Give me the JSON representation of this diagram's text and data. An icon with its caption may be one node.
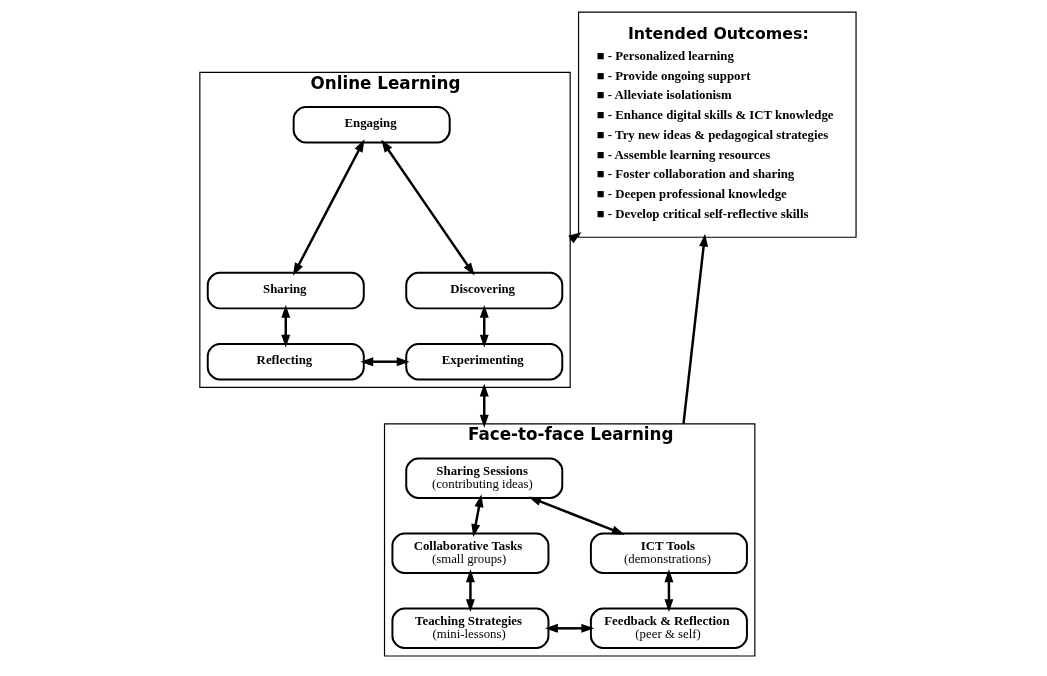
{
  "diagram": {
    "nodes": [
      {
        "text": [
          "Online Learning"
        ]
      },
      {
        "text": [
          "Engaging"
        ],
        "in": 0
      },
      {
        "text": [
          "Sharing"
        ],
        "in": 0
      },
      {
        "text": [
          "Discovering"
        ],
        "in": 0
      },
      {
        "text": [
          "Reflecting"
        ],
        "in": 0
      },
      {
        "text": [
          "Experimenting"
        ],
        "in": 0
      },
      {
        "text": [
          "Face-to-face Learning"
        ]
      },
      {
        "text": [
          "Sharing Sessions",
          "(contributing ideas)"
        ],
        "in": 6
      },
      {
        "text": [
          "Collaborative Tasks",
          "(small groups)"
        ],
        "in": 6
      },
      {
        "text": [
          "ICT Tools",
          "(demonstrations)"
        ],
        "in": 6
      },
      {
        "text": [
          "Teaching Strategies",
          "(mini-lessons)"
        ],
        "in": 6
      },
      {
        "text": [
          "Feedback & Reflection",
          "(peer & self)"
        ],
        "in": 6
      },
      {
        "text": [
          "Intended Outcomes:",
          "■ - Personalized learning",
          "■ - Provide ongoing support",
          "■ - Alleviate isolationism",
          "■ - Enhance digital skills & ICT knowledge",
          "■ - Try new ideas & pedagogical strategies",
          "■ - Assemble learning resources",
          "■ - Foster collaboration and sharing",
          "■ - Deepen professional knowledge",
          "■ - Develop critical self-reflective skills"
        ]
      }
    ],
    "edges": [
      {
        "from": 1,
        "to": 2,
        "arrow": "both"
      },
      {
        "from": 1,
        "to": 3,
        "arrow": "both"
      },
      {
        "from": 2,
        "to": 4,
        "arrow": "both"
      },
      {
        "from": 3,
        "to": 5,
        "arrow": "both"
      },
      {
        "from": 4,
        "to": 5,
        "arrow": "both"
      },
      {
        "from": 0,
        "to": 6,
        "arrow": "both"
      },
      {
        "from": 0,
        "to": 12,
        "arrow": "to"
      },
      {
        "from": 6,
        "to": 12,
        "arrow": "to"
      },
      {
        "from": 7,
        "to": 8,
        "arrow": "both"
      },
      {
        "from": 7,
        "to": 9,
        "arrow": "both"
      },
      {
        "from": 8,
        "to": 10,
        "arrow": "both"
      },
      {
        "from": 9,
        "to": 11,
        "arrow": "both"
      },
      {
        "from": 10,
        "to": 11,
        "arrow": "both"
      }
    ]
  }
}
